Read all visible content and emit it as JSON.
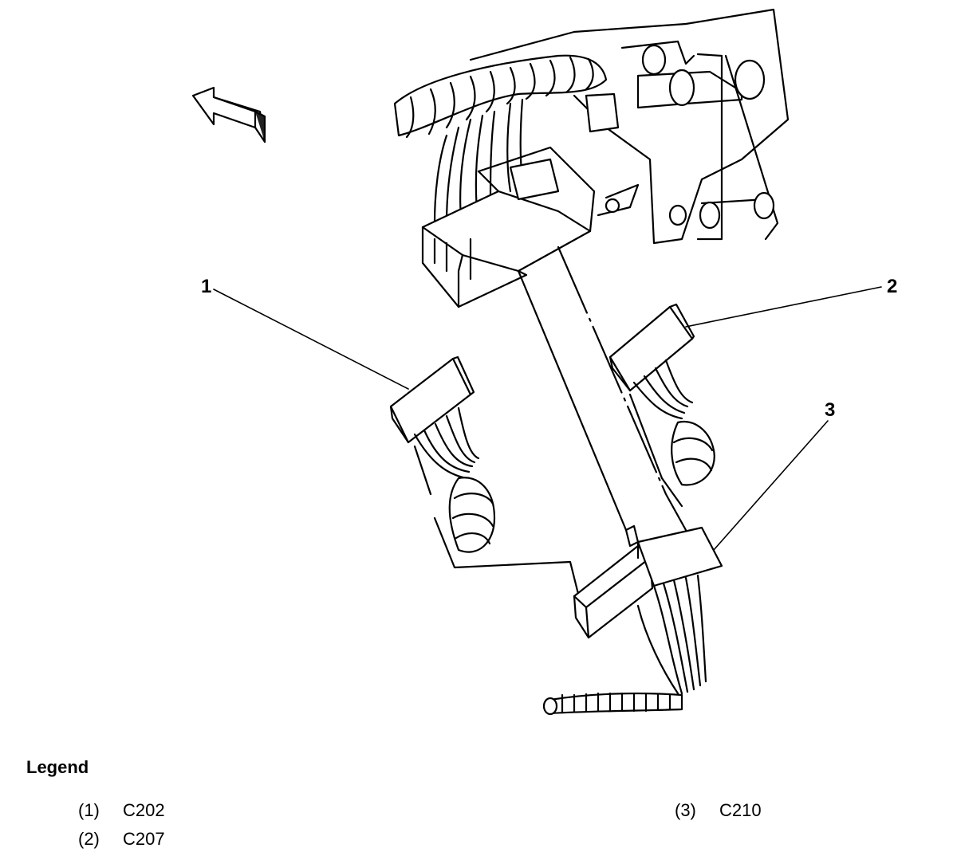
{
  "callouts": [
    "1",
    "2",
    "3"
  ],
  "legend": {
    "title": "Legend",
    "items": [
      {
        "num": "(1)",
        "label": "C202"
      },
      {
        "num": "(2)",
        "label": "C207"
      },
      {
        "num": "(3)",
        "label": "C210"
      }
    ]
  }
}
